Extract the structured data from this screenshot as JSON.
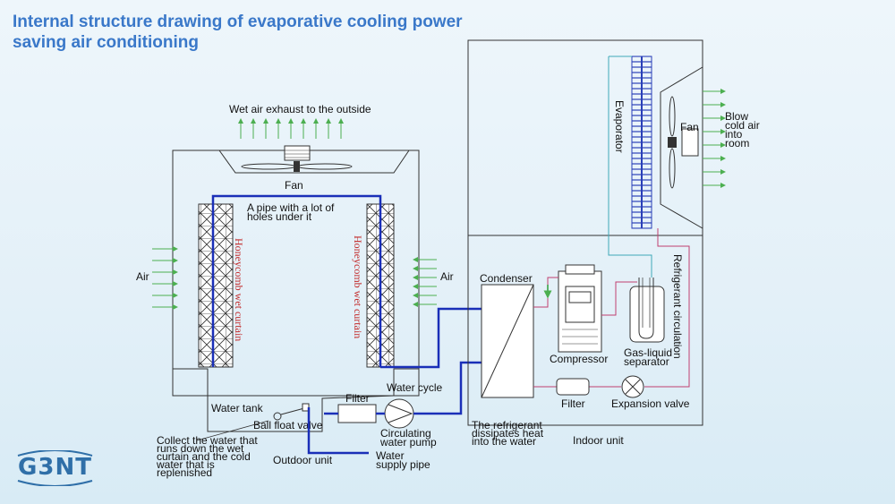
{
  "title": "Internal structure drawing of evaporative cooling power saving air conditioning",
  "outdoor": {
    "exhaust_label": "Wet air exhaust to the outside",
    "fan_label": "Fan",
    "pipe_label_line1": "A pipe with a lot of",
    "pipe_label_line2": "holes under it",
    "air_left": "Air",
    "air_right": "Air",
    "curtain_label": "Honeycomb wet curtain",
    "water_tank": "Water tank",
    "float_valve": "Ball float valve",
    "filter": "Filter",
    "water_cycle": "Water cycle",
    "pump_line1": "Circulating",
    "pump_line2": "water pump",
    "supply_line1": "Water",
    "supply_line2": "supply pipe",
    "unit_label": "Outdoor unit",
    "collect_lines": [
      "Collect the water that",
      "runs down the wet",
      "curtain and the cold",
      "water that is",
      "replenished"
    ]
  },
  "indoor": {
    "condenser": "Condenser",
    "compressor": "Compressor",
    "gas_line1": "Gas-liquid",
    "gas_line2": "separator",
    "filter": "Filter",
    "expansion": "Expansion valve",
    "evaporator": "Evaporator",
    "fan": "Fan",
    "blow_lines": [
      "Blow",
      "cold air",
      "into",
      "room"
    ],
    "refrigerant_circ": "Refrigerant circulation",
    "dissipate_lines": [
      "The refrigerant",
      "dissipates heat",
      "into the water"
    ],
    "unit_label": "Indoor unit"
  },
  "logo": "G3NT",
  "colors": {
    "title": "#3a78c9",
    "water_pipe": "#1a2fb8",
    "refrigerant": "#c04070",
    "airflow": "#4caf50",
    "label_red": "#c22a2a",
    "cyan": "#3fa9b8"
  }
}
